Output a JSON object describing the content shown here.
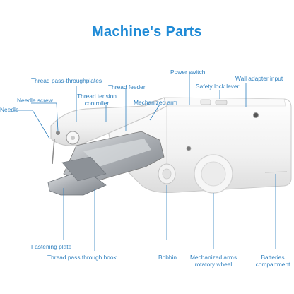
{
  "title": "Machine's Parts",
  "labels": {
    "thread_pass_throughplates": "Thread pass-throughplates",
    "thread_feeder": "Thread feeder",
    "needle_screw": "Needle screw",
    "thread_tension_controller_l1": "Thread tension",
    "thread_tension_controller_l2": "controller",
    "needle": "Needle",
    "mechanized_arm": "Mechanized arm",
    "power_switch": "Power switch",
    "wall_adapter_input": "Wall adapter input",
    "safety_lock_lever": "Safety lock lever",
    "fastening_plate": "Fastening plate",
    "thread_pass_through_hook": "Thread pass through hook",
    "bobbin": "Bobbin",
    "mechanized_arms_rotatory_wheel_l1": "Mechanized arms",
    "mechanized_arms_rotatory_wheel_l2": "rotatory wheel",
    "batteries_compartment_l1": "Batteries",
    "batteries_compartment_l2": "compartment"
  },
  "colors": {
    "title": "#1e8ad6",
    "label": "#2d7fbe",
    "leader_line": "#2d7fbe",
    "machine_body": "#f4f4f4",
    "metal": "#b9bcc0"
  }
}
